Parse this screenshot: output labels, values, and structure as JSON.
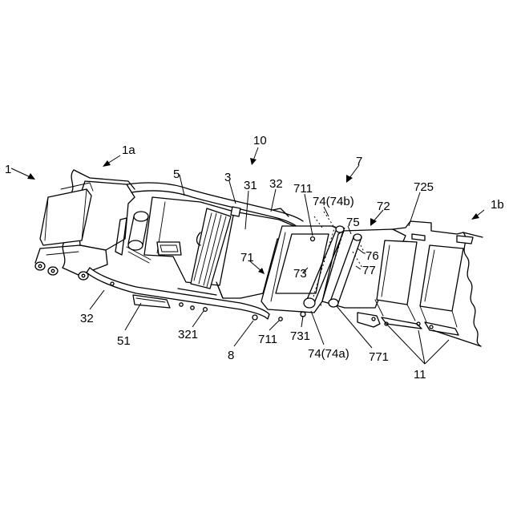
{
  "labels": {
    "l_1": "1",
    "l_1a": "1a",
    "l_10": "10",
    "l_7": "7",
    "l_1b": "1b",
    "l_5": "5",
    "l_3": "3",
    "l_31": "31",
    "l_32_top": "32",
    "l_711_top": "711",
    "l_74b": "74(74b)",
    "l_72": "72",
    "l_725": "725",
    "l_75": "75",
    "l_71": "71",
    "l_73": "73",
    "l_76": "76",
    "l_77": "77",
    "l_32_bottom": "32",
    "l_51": "51",
    "l_321": "321",
    "l_711_bottom": "711",
    "l_731": "731",
    "l_8": "8",
    "l_74a": "74(74a)",
    "l_771": "771",
    "l_11": "11"
  }
}
